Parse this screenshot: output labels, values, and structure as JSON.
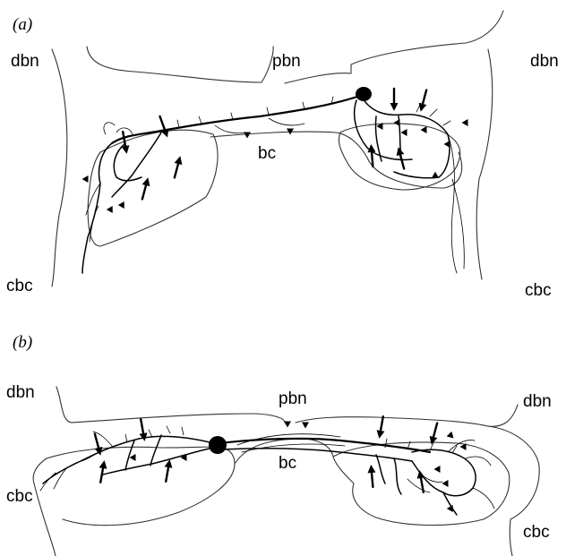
{
  "panels": [
    {
      "label": "(a)",
      "regions": {
        "top_left": "dbn",
        "top_center": "pbn",
        "top_right": "dbn",
        "center": "bc",
        "bottom_left": "cbc",
        "bottom_right": "cbc"
      }
    },
    {
      "label": "(b)",
      "regions": {
        "top_left": "dbn",
        "top_center": "pbn",
        "top_right": "dbn",
        "center": "bc",
        "bottom_left": "cbc",
        "bottom_right": "cbc"
      }
    }
  ]
}
